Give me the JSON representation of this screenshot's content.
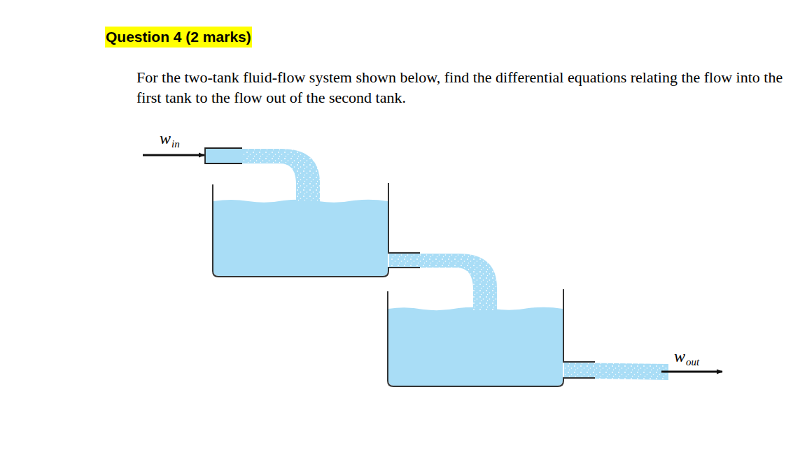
{
  "diagram": {
    "title": "Question 4 (2 marks)",
    "labels": [
      "For the two-tank fluid-flow system shown below, find the differential equations relating the flow into the first tank to the flow out of the second tank.",
      "w",
      "in",
      "w",
      "out"
    ]
  }
}
